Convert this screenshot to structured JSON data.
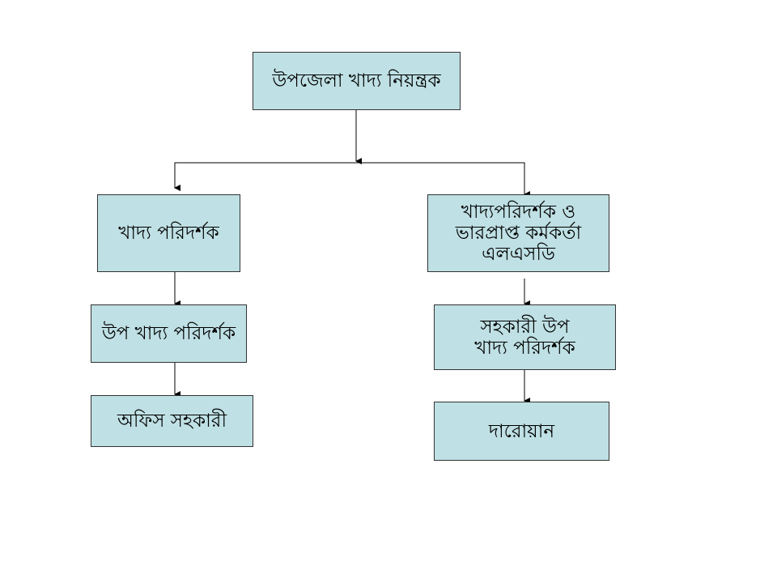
{
  "nodes": {
    "top": "উপজেলা খাদ্য নিয়ন্ত্রক",
    "left1": "খাদ্য পরিদর্শক",
    "left2": "উপ খাদ্য পরিদর্শক",
    "left3": "অফিস সহকারী",
    "right1": [
      "খাদ্যপরিদর্শক ও",
      "ভারপ্রাপ্ত কর্মকর্তা",
      "এলএসডি"
    ],
    "right2": [
      "সহকারী উপ",
      "খাদ্য পরিদর্শক"
    ],
    "right3": "দারোয়ান"
  },
  "colors": {
    "box_fill": "#bfe0e4",
    "line": "#000000"
  }
}
